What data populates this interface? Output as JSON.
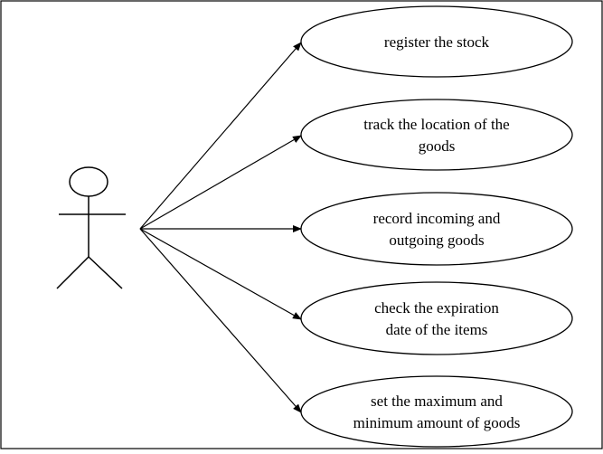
{
  "diagram": {
    "type": "use-case",
    "actor": {
      "icon": "stick-figure-icon",
      "label": ""
    },
    "use_cases": [
      {
        "id": "uc1",
        "lines": [
          "register the stock"
        ]
      },
      {
        "id": "uc2",
        "lines": [
          "track the location of the",
          "goods"
        ]
      },
      {
        "id": "uc3",
        "lines": [
          "record incoming and",
          "outgoing goods"
        ]
      },
      {
        "id": "uc4",
        "lines": [
          "check the expiration",
          "date of the items"
        ]
      },
      {
        "id": "uc5",
        "lines": [
          "set the maximum and",
          "minimum amount of goods"
        ]
      }
    ],
    "colors": {
      "stroke": "#000000",
      "background": "#ffffff"
    }
  }
}
